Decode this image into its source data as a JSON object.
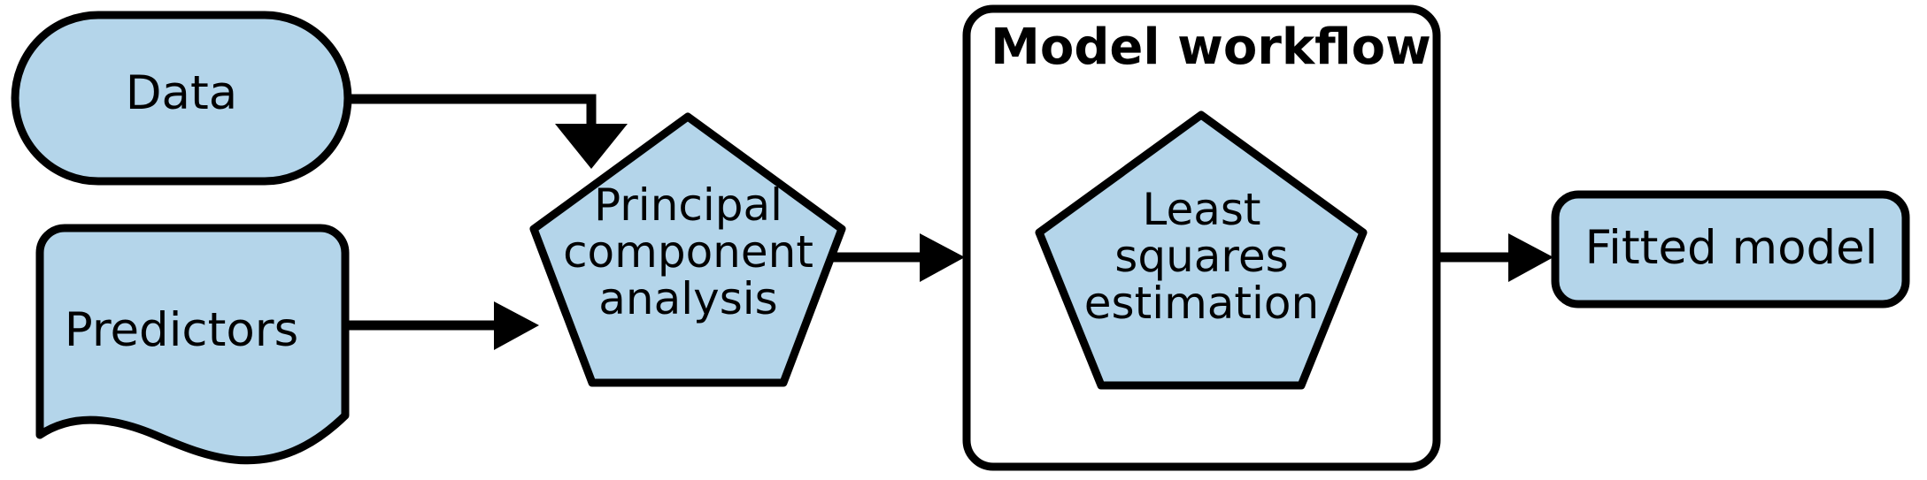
{
  "diagram": {
    "title": "Model workflow diagram",
    "background_color": "#ffffff",
    "node_fill_color": "#b4d5ea",
    "stroke_color": "#000000",
    "nodes": [
      {
        "id": "data",
        "label": "Data",
        "shape": "stadium",
        "fill": "#b4d5ea"
      },
      {
        "id": "predictors",
        "label": "Predictors",
        "shape": "document",
        "fill": "#b4d5ea"
      },
      {
        "id": "pca",
        "label": "Principal\ncomponent\nanalysis",
        "shape": "pentagon",
        "fill": "#b4d5ea"
      },
      {
        "id": "model_workflow",
        "label": "Model workflow",
        "shape": "rounded-rectangle-container",
        "fill": "#ffffff"
      },
      {
        "id": "least_squares",
        "label": "Least\nsquares\nestimation",
        "shape": "pentagon",
        "fill": "#b4d5ea"
      },
      {
        "id": "fitted_model",
        "label": "Fitted model",
        "shape": "rounded-rectangle",
        "fill": "#b4d5ea"
      }
    ],
    "edges": [
      {
        "id": "data-to-pca",
        "from": "data",
        "to": "pca",
        "style": "elbow-arrow",
        "direction": "down"
      },
      {
        "id": "predictors-to-pca",
        "from": "predictors",
        "to": "pca",
        "style": "straight-arrow",
        "direction": "right"
      },
      {
        "id": "pca-to-model-workflow",
        "from": "pca",
        "to": "model_workflow",
        "style": "straight-arrow",
        "direction": "right"
      },
      {
        "id": "model-workflow-to-fitted-model",
        "from": "model_workflow",
        "to": "fitted_model",
        "style": "straight-arrow",
        "direction": "right"
      }
    ]
  }
}
